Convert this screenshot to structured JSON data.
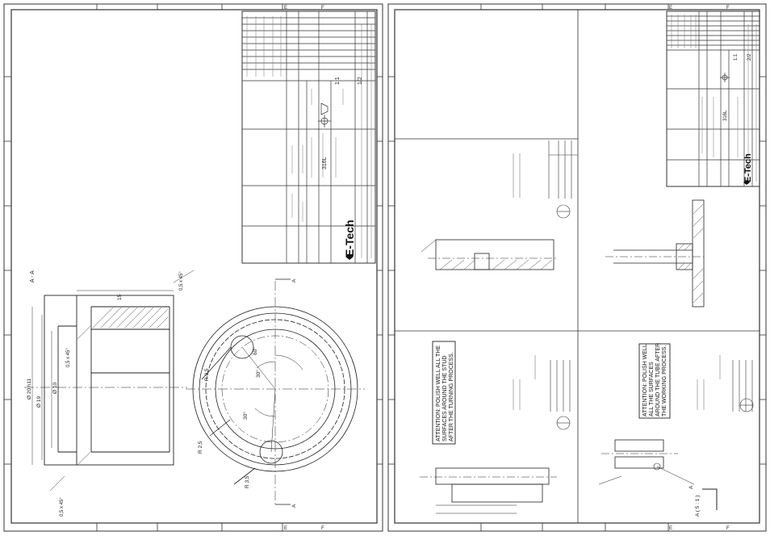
{
  "left_sheet": {
    "zone_letters": [
      "E",
      "F"
    ],
    "title_block": {
      "brand": "E-Tech",
      "material": "316L",
      "scale": "1:1",
      "sheet": "1/2"
    },
    "section_label": "A - A",
    "dim_labels": {
      "dia_large": "Ø 20 h11",
      "dia_mid": "Ø 19",
      "dia_small": "Ø 10",
      "r_small": "R 0,5",
      "r_mid": "R 2,5",
      "r_large": "R 3,5",
      "angle_a": "30°",
      "angle_b": "60°",
      "angle_c": "30°",
      "length": "15",
      "chamfer": "0,5 x 45°",
      "section_mark": "A"
    }
  },
  "right_sheet": {
    "zone_letters": [
      "E",
      "F"
    ],
    "title_block": {
      "brand": "E-Tech",
      "material": "316L",
      "scale": "1:1",
      "sheet": "2/2"
    },
    "notes": {
      "attention_1": [
        "ATTENTION: POLISH WELL ALL THE",
        "SURFACES AROUND THE STUD",
        "AFTER THE TURNING PROCESS."
      ],
      "attention_2": [
        "ATTENTION: POLISH WELL",
        "ALL THE SURFACES",
        "AROUND THE TUBE AFTER",
        "THE WORKING PROCESS."
      ]
    },
    "detail_labels": {
      "detail_a": "A ( 5 : 1 )",
      "view_label": "A"
    }
  }
}
